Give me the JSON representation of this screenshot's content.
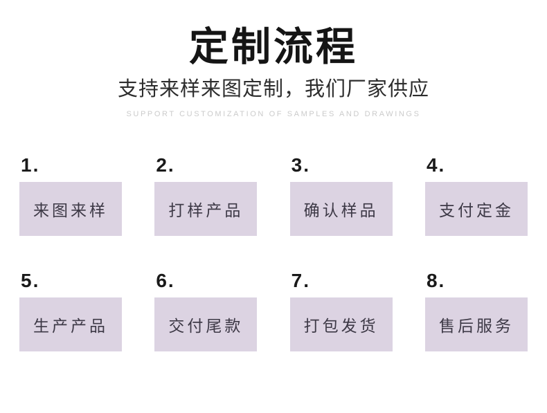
{
  "header": {
    "title": "定制流程",
    "subtitle": "支持来样来图定制，我们厂家供应",
    "subtitle_en": "SUPPORT CUSTOMIZATION OF SAMPLES AND DRAWINGS"
  },
  "steps": [
    {
      "number": "1.",
      "label": "来图来样"
    },
    {
      "number": "2.",
      "label": "打样产品"
    },
    {
      "number": "3.",
      "label": "确认样品"
    },
    {
      "number": "4.",
      "label": "支付定金"
    },
    {
      "number": "5.",
      "label": "生产产品"
    },
    {
      "number": "6.",
      "label": "交付尾款"
    },
    {
      "number": "7.",
      "label": "打包发货"
    },
    {
      "number": "8.",
      "label": "售后服务"
    }
  ],
  "colors": {
    "page_bg": "#ffffff",
    "box_bg": "#dcd3e2",
    "title": "#151515",
    "subtitle": "#2d2d2d",
    "subtitle_en": "#cbcbcb",
    "step_number": "#1a1a1a",
    "step_text": "#3d3946"
  }
}
